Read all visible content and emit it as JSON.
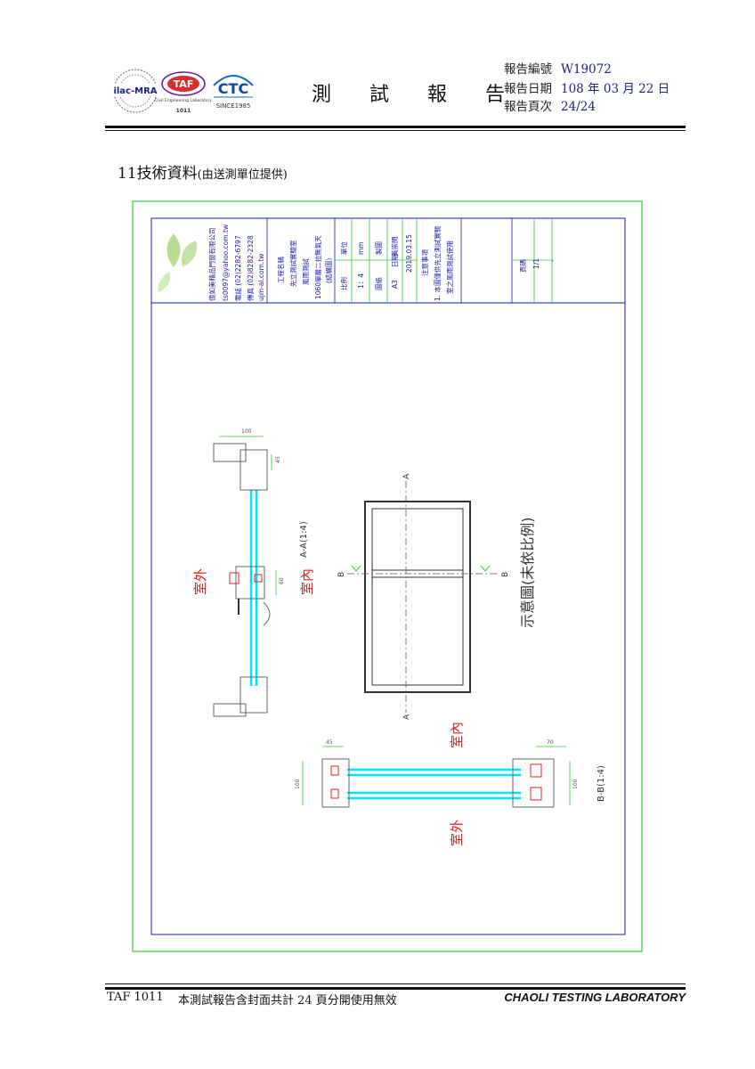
{
  "header": {
    "logos": {
      "ilac": "ilac-MRA",
      "taf": "TAF",
      "taf_sub": "Civil Engineering Laboratory",
      "taf_num": "1011",
      "ctc": "CTC",
      "ctc_since": "SINCE1985"
    },
    "title": "測 試 報 告",
    "report_no_label": "報告編號",
    "report_no": "W19072",
    "report_date_label": "報告日期",
    "report_date": "108 年 03 月 22 日",
    "report_page_label": "報告頁次",
    "report_page": "24/24"
  },
  "section": {
    "title": "11技術資料",
    "note": "(由送測單位提供)"
  },
  "drawing": {
    "company": "億如美精品門窗有限公司",
    "email": "ts0097@yahoo.com.tw",
    "tel": "電話 (02)2282-6797",
    "fax": "傳真 (02)8282-2328",
    "web": "ujm-al.com.tw",
    "project_label": "工程名稱",
    "project_1": "先立測試實驗室",
    "project_2": "風雨測試",
    "project_3": "1060單層二拉無氣天",
    "project_4": "(結構圖)",
    "unit_label": "單位",
    "unit": "mm",
    "drawer_label": "製圖",
    "drawer": "黃崇閔",
    "scale_label": "比例",
    "scale": "1：4",
    "paper_label": "圖紙",
    "paper": "A3",
    "date_label": "日期",
    "date": "2019.03.15",
    "notes_label": "注意事項",
    "notes_1": "1. 本圖僅供先立測試實驗",
    "notes_2": "室之風雨測試使用",
    "page_label": "頁碼",
    "page": "1/1",
    "dash": "-",
    "aa_label": "A-A(1:4)",
    "bb_label": "B-B(1:4)",
    "diagram_caption": "示意圖(未依比例)",
    "outdoor": "室外",
    "indoor": "室內",
    "mark_a": "A",
    "mark_b": "B",
    "dim_100": "100",
    "dim_45": "45",
    "dim_60": "60",
    "dim_70": "70",
    "dim_100b": "100"
  },
  "footer": {
    "left_code": "TAF 1011",
    "left_text": "本測試報告含封面共計 24 頁分開使用無效",
    "right_text": "CHAOLI TESTING LABORATORY"
  },
  "colors": {
    "frame_green": "#33cc33",
    "frame_blue": "#1a1aa0",
    "glass_cyan": "#00e5ff",
    "label_red": "#e02020"
  }
}
